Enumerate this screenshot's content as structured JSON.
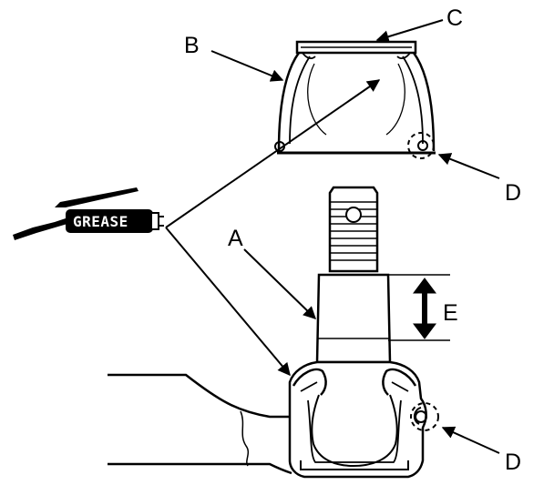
{
  "labels": {
    "a": "A",
    "b": "B",
    "c": "C",
    "d_top": "D",
    "d_bottom": "D",
    "e": "E"
  },
  "grease_gun": {
    "text": "GREASE"
  }
}
